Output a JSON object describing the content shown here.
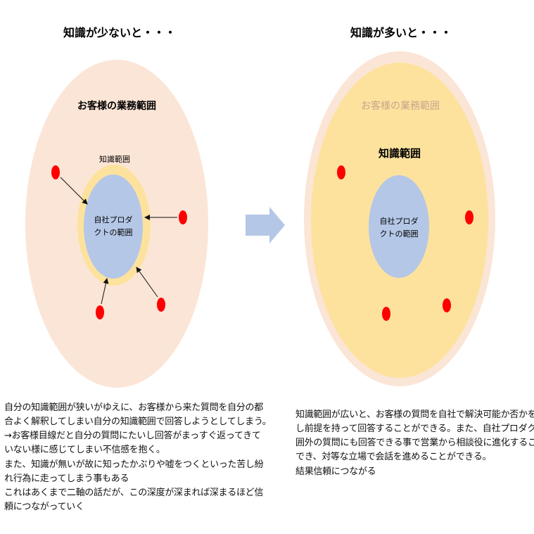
{
  "left": {
    "heading": "知識が少ないと・・・",
    "outer_label": "お客様の業務範囲",
    "knowledge_label": "知識範囲",
    "product_label_line1": "自社プロダ",
    "product_label_line2": "クトの範囲",
    "description": [
      "自分の知識範囲が狭いがゆえに、お客様から来た質問を自分の都",
      "合よく解釈してしまい自分の知識範囲で回答しようとしてしまう。",
      "→お客様目線だと自分の質問にたいし回答がまっすぐ返ってきて",
      "いない様に感じてしまい不信感を抱く。",
      "また、知識が無いが故に知ったかぶりや嘘をつくといった苦し紛",
      "れ行為に走ってしまう事もある",
      "これはあくまで二軸の話だが、この深度が深まれば深まるほど信",
      "頼につながっていく"
    ]
  },
  "right": {
    "heading": "知識が多いと・・・",
    "outer_label": "お客様の業務範囲",
    "knowledge_label": "知識範囲",
    "product_label_line1": "自社プロダ",
    "product_label_line2": "クトの範囲",
    "description": [
      "知識範囲が広いと、お客様の質問を自社で解決可能か否かを区別",
      "し前提を持って回答することができる。また、自社プロダクト範",
      "囲外の質問にも回答できる事で営業から相談役に進化することが",
      "でき、対等な立場で会話を進めることができる。",
      "結果信頼につながる"
    ]
  },
  "colors": {
    "customer_scope": "#fbe5d6",
    "knowledge_scope": "#fde29e",
    "product_scope": "#b4c7e7",
    "question_dot": "#ff0000",
    "arrow": "#b4c7e7",
    "faded_label": "#c9a38a"
  }
}
